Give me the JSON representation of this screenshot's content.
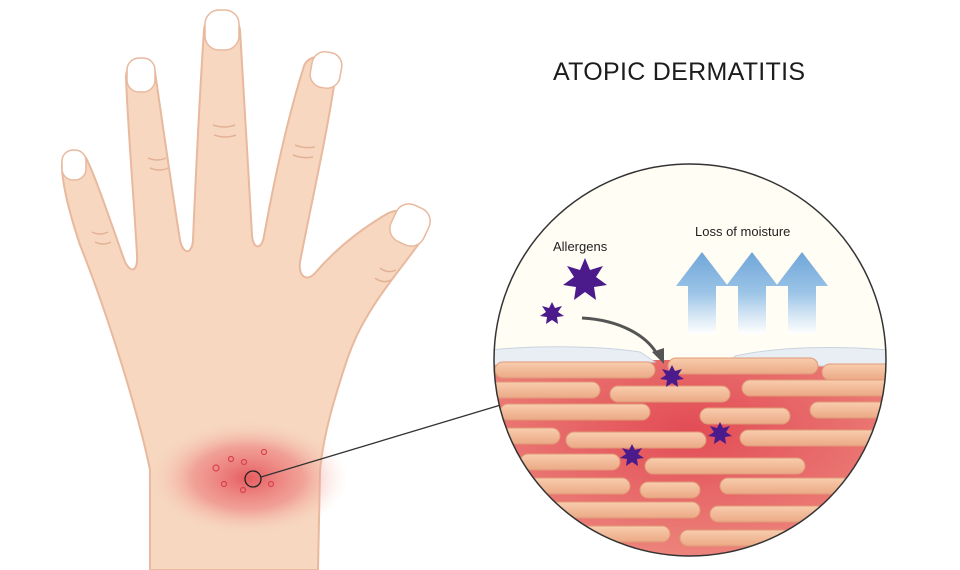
{
  "title": "ATOPIC DERMATITIS",
  "labels": {
    "allergens": "Allergens",
    "moisture": "Loss of moisture"
  },
  "colors": {
    "skin": "#f7d7bf",
    "skin_shadow": "#e8b99e",
    "nail": "#ffffff",
    "rash": "#e3464f",
    "epidermis_cells": "#f2b793",
    "inflamed_tissue": "#e65b60",
    "allergen": "#4b1b8c",
    "moisture_arrow": "#86b7e0",
    "lipid_layer": "#e9eef4"
  },
  "icons": {
    "hand": "hand-illustration",
    "allergen": "allergen-star-icon",
    "moisture": "moisture-up-arrow-icon"
  }
}
